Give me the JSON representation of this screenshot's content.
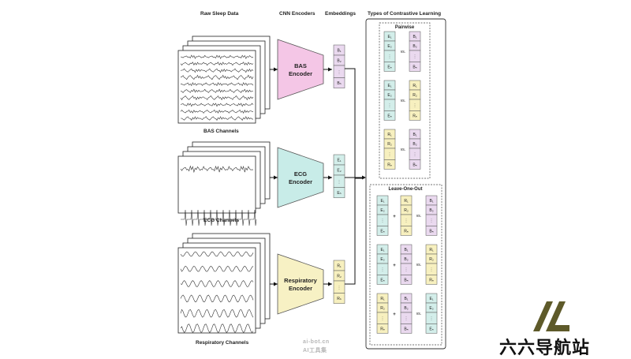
{
  "headers": {
    "raw": "Raw Sleep Data",
    "cnn": "CNN Encoders",
    "emb": "Embeddings",
    "types": "Types of Contrastive Learning"
  },
  "channels": {
    "bas": "BAS Channels",
    "ecg": "ECG Channels",
    "resp": "Respiratory Channels"
  },
  "encoders": {
    "bas": [
      "BAS",
      "Encoder"
    ],
    "ecg": [
      "ECG",
      "Encoder"
    ],
    "resp": [
      "Respiratory",
      "Encoder"
    ]
  },
  "groups": {
    "pairwise": "Pairwise",
    "loo": "Leave-One-Out"
  },
  "symbols": {
    "vs": "vs.",
    "plus": "+",
    "vdots": "⋮"
  },
  "embeddings": {
    "B": [
      "B₁",
      "B₂",
      "Bₙ"
    ],
    "E": [
      "E₁",
      "E₂",
      "Eₙ"
    ],
    "R": [
      "R₁",
      "R₂",
      "Rₙ"
    ]
  },
  "colors": {
    "B": "#ead9ef",
    "E": "#d3eeea",
    "R": "#f7f0bf",
    "bas_encoder": "#f4c6e6",
    "ecg_encoder": "#c8ece8",
    "resp_encoder": "#f7f1c4"
  },
  "watermark": {
    "url": "ai-bot.cn",
    "name": "AI工具集"
  },
  "logo": {
    "text": "六六导航站"
  }
}
